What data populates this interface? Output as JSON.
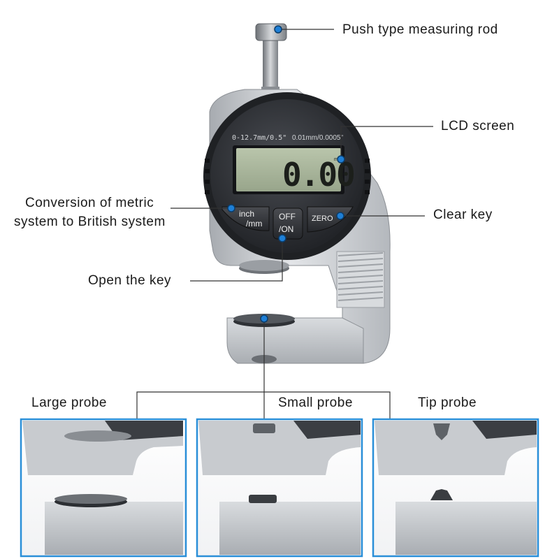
{
  "device": {
    "range_label": "0-12.7mm/0.5\"",
    "resolution_label": "0.01mm/0.0005\"",
    "lcd_reading": "0.00",
    "lcd_unit": "mm",
    "buttons": {
      "inch_mm": {
        "line1": "inch",
        "line2": "/mm"
      },
      "off_on": {
        "line1": "OFF",
        "line2": "/ON"
      },
      "zero": "ZERO"
    }
  },
  "callouts": {
    "rod": "Push type measuring rod",
    "lcd": "LCD screen",
    "conversion_line1": "Conversion of metric",
    "conversion_line2": "system to British system",
    "clear": "Clear key",
    "open": "Open the key"
  },
  "probes": [
    {
      "label": "Large probe"
    },
    {
      "label": "Small probe"
    },
    {
      "label": "Tip probe"
    }
  ],
  "colors": {
    "frame_blue": "#2a8fd8",
    "marker_blue": "#1e7fd6",
    "dial_dark": "#2b2d31",
    "lcd_green": "#a9b79a",
    "body_silver": "#c9ccd0"
  }
}
